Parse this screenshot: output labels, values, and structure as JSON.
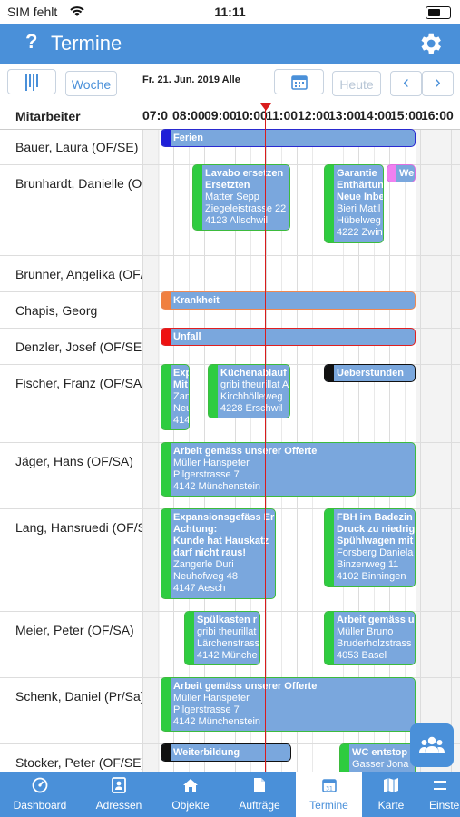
{
  "status": {
    "carrier": "SIM fehlt",
    "time": "11:11"
  },
  "nav": {
    "help_icon": "?",
    "title": "Termine",
    "settings_icon": "gear-icon"
  },
  "toolbar": {
    "week_label": "Woche",
    "date_text": "Fr. 21. Jun. 2019 Alle",
    "today_label": "Heute",
    "prev": "‹",
    "next": "›"
  },
  "header": {
    "mitarbeiter": "Mitarbeiter",
    "hours": [
      "07:0",
      "08:00",
      "09:00",
      "10:00",
      "11:00",
      "12:00",
      "13:00",
      "14:00",
      "15:00",
      "16:00"
    ]
  },
  "rows": [
    {
      "name": "Bauer, Laura (OF/SE)"
    },
    {
      "name": "Brunhardt, Danielle (OF/SE)"
    },
    {
      "name": "Brunner, Angelika (OF/SE)"
    },
    {
      "name": "Chapis, Georg"
    },
    {
      "name": "Denzler, Josef (OF/SE)"
    },
    {
      "name": "Fischer, Franz (OF/SA)"
    },
    {
      "name": "Jäger, Hans (OF/SA)"
    },
    {
      "name": "Lang, Hansruedi (OF/SA)"
    },
    {
      "name": "Meier, Peter (OF/SA)"
    },
    {
      "name": "Schenk, Daniel (Pr/Sa)"
    },
    {
      "name": "Stocker, Peter (OF/SE)"
    }
  ],
  "appointments": {
    "a1": {
      "lines": [
        "Ferien"
      ]
    },
    "a2": {
      "lines": [
        "Lavabo ersetzen",
        "Ersetzten",
        "Matter Sepp",
        "Ziegeleistrasse 22",
        "4123 Allschwil"
      ]
    },
    "a3": {
      "lines": [
        "Garantie",
        "Enthärtung",
        "Neue Inbe",
        "Bieri Matil",
        "Hübelweg",
        "4222 Zwin"
      ]
    },
    "a4": {
      "lines": [
        "We"
      ]
    },
    "a5": {
      "lines": [
        "Krankheit"
      ]
    },
    "a6": {
      "lines": [
        "Unfall"
      ]
    },
    "a7": {
      "lines": [
        "Exp",
        "Mit",
        "Zan",
        "Neu",
        "414"
      ]
    },
    "a8": {
      "lines": [
        "Küchenablauf",
        "gribi theurillat A",
        "Kirchhölleweg",
        "4228 Erschwil"
      ]
    },
    "a9": {
      "lines": [
        "Ueberstunden"
      ]
    },
    "a10": {
      "lines": [
        "Arbeit gemäss unserer Offerte",
        "Müller Hanspeter",
        "Pilgerstrasse 7",
        "4142 Münchenstein"
      ]
    },
    "a11": {
      "lines": [
        "Expansionsgefäss Er",
        "Achtung:",
        "Kunde hat Hauskatz",
        "darf nicht raus!",
        "Zangerle Duri",
        "Neuhofweg 48",
        "4147 Aesch"
      ]
    },
    "a12": {
      "lines": [
        "FBH im Badezin",
        "Druck zu niedrig",
        "Spühlwagen mit",
        "Forsberg Daniela",
        "Binzenweg 11",
        "4102 Binningen"
      ]
    },
    "a13": {
      "lines": [
        "Spülkasten r",
        "gribi theurillat",
        "Lärchenstrass",
        "4142 Münche"
      ]
    },
    "a14": {
      "lines": [
        "Arbeit gemäss u",
        "Müller Bruno",
        "Bruderholzstrass",
        "4053 Basel"
      ]
    },
    "a15": {
      "lines": [
        "Arbeit gemäss unserer Offerte",
        "Müller Hanspeter",
        "Pilgerstrasse 7",
        "4142 Münchenstein"
      ]
    },
    "a16": {
      "lines": [
        "Weiterbildung"
      ]
    },
    "a17": {
      "lines": [
        "WC entstop",
        "Gasser Jona"
      ]
    }
  },
  "tabs": [
    "Dashboard",
    "Adressen",
    "Objekte",
    "Aufträge",
    "Termine",
    "Karte",
    "Einste"
  ]
}
